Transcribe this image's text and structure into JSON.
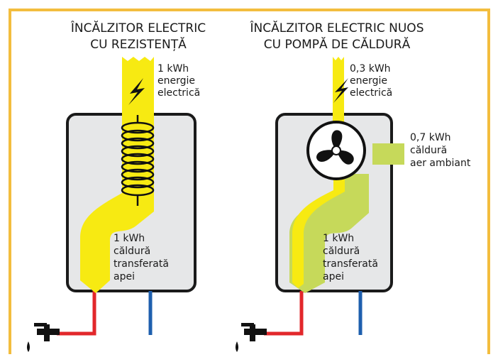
{
  "colors": {
    "frame": "#f3bd3e",
    "tank_fill": "#e6e7e8",
    "tank_stroke": "#1a1a1a",
    "electric_band": "#f7ea12",
    "ambient_band": "#c6d95a",
    "hot_pipe": "#e2272b",
    "cold_pipe": "#1e5fae",
    "icon": "#111111"
  },
  "left_panel": {
    "title_line1": "ÎNCĂLZITOR ELECTRIC",
    "title_line2": "CU REZISTENȚĂ",
    "input": {
      "line1": "1 kWh",
      "line2": "energie",
      "line3": "electrică"
    },
    "output": {
      "line1": "1 kWh",
      "line2": "căldură",
      "line3": "transferată",
      "line4": "apei"
    },
    "icons": [
      "lightning-icon",
      "heating-coil-icon",
      "faucet-icon"
    ]
  },
  "right_panel": {
    "title_line1": "ÎNCĂLZITOR ELECTRIC NUOS",
    "title_line2": "CU POMPĂ DE CĂLDURĂ",
    "input": {
      "line1": "0,3 kWh",
      "line2": "energie",
      "line3": "electrică"
    },
    "ambient": {
      "line1": "0,7 kWh",
      "line2": "căldură",
      "line3": "aer ambiant"
    },
    "output": {
      "line1": "1 kWh",
      "line2": "căldură",
      "line3": "transferată",
      "line4": "apei"
    },
    "icons": [
      "lightning-icon",
      "fan-icon",
      "faucet-icon"
    ]
  }
}
